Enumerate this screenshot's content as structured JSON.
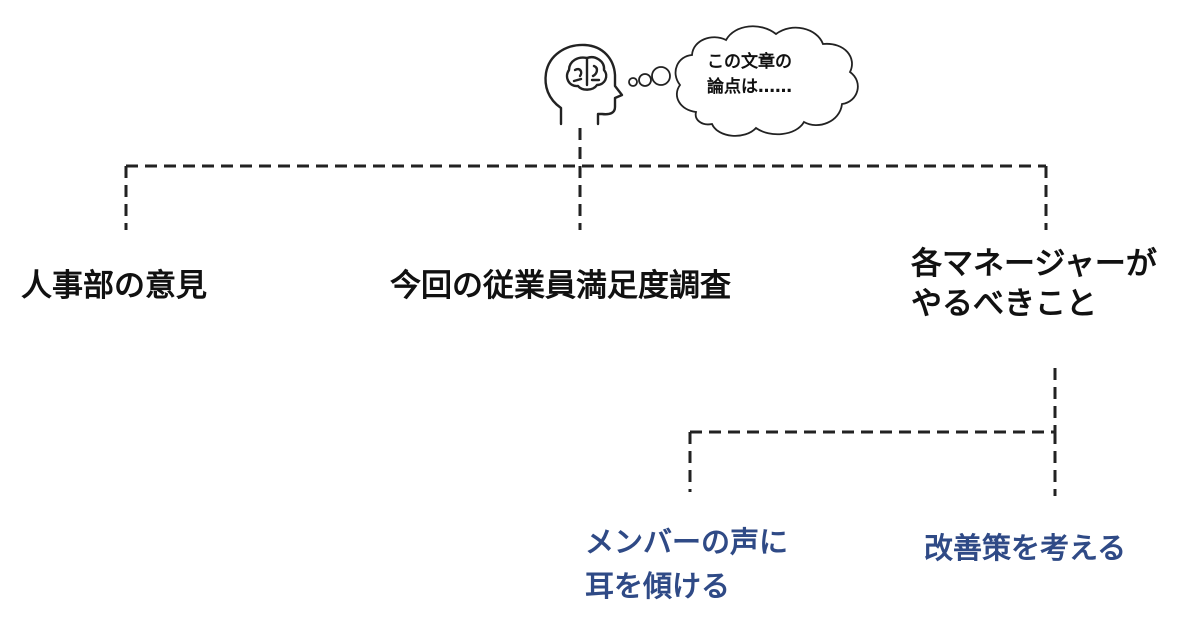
{
  "colors": {
    "line": "#222222",
    "heading": "#111111",
    "sub_heading": "#2f4a86"
  },
  "thinker": {
    "icon": "head-with-brain-icon",
    "thought_bubble": {
      "icon": "thought-cloud-icon",
      "line1": "この文章の",
      "line2": "論点は……"
    }
  },
  "branches": [
    {
      "line1": "人事部の意見"
    },
    {
      "line1": "今回の従業員満足度調査"
    },
    {
      "line1": "各マネージャーが",
      "line2": "やるべきこと"
    }
  ],
  "sub_branches": [
    {
      "line1": "メンバーの声に",
      "line2": "耳を傾ける"
    },
    {
      "line1": "改善策を考える"
    }
  ]
}
